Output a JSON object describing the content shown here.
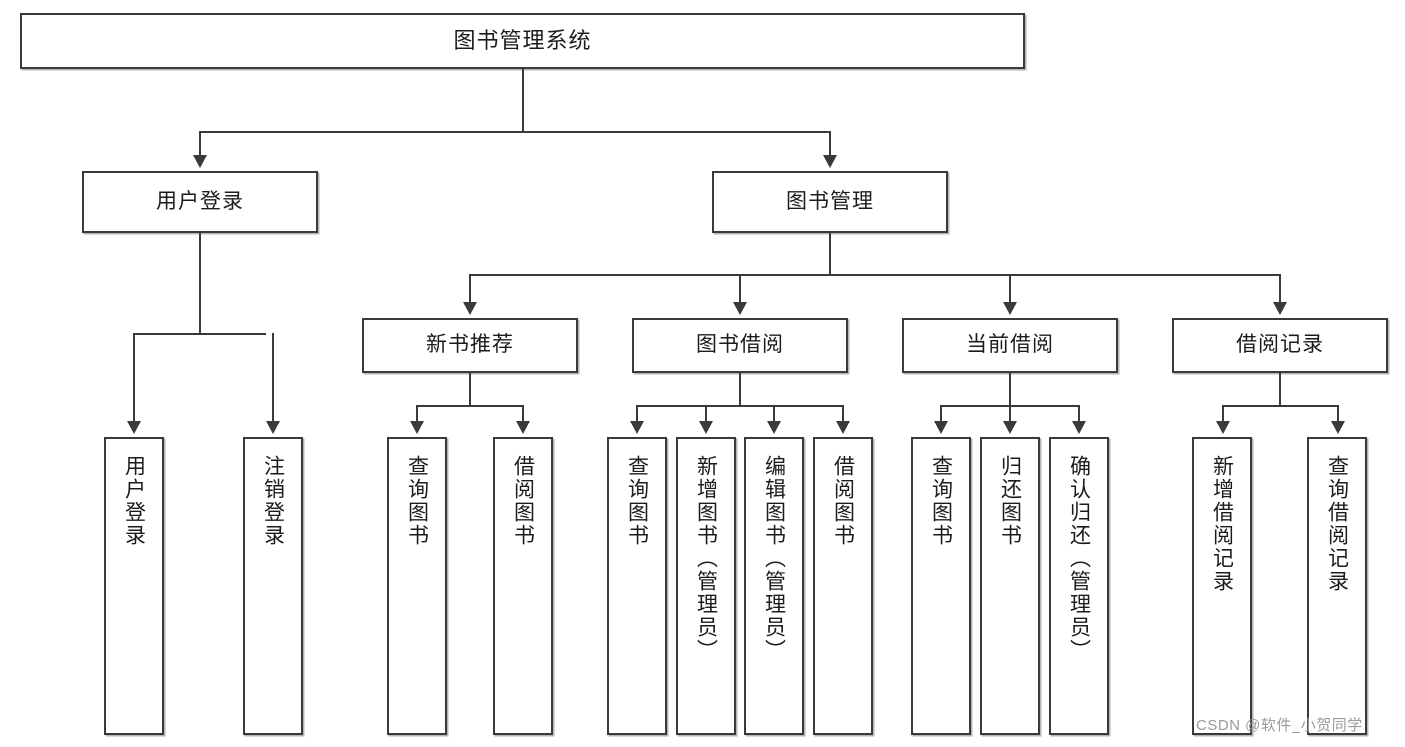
{
  "diagram": {
    "title": "图书管理系统",
    "type": "tree-hierarchy-chart",
    "root": {
      "label": "图书管理系统"
    },
    "level1": [
      {
        "label": "用户登录"
      },
      {
        "label": "图书管理"
      }
    ],
    "level2": [
      {
        "label": "新书推荐"
      },
      {
        "label": "图书借阅"
      },
      {
        "label": "当前借阅"
      },
      {
        "label": "借阅记录"
      }
    ],
    "leaves": {
      "user_login": [
        {
          "label": "用户登录"
        },
        {
          "label": "注销登录"
        }
      ],
      "new_book_recommend": [
        {
          "label": "查询图书"
        },
        {
          "label": "借阅图书"
        }
      ],
      "book_borrow": [
        {
          "label": "查询图书"
        },
        {
          "label": "新增图书（管理员）"
        },
        {
          "label": "编辑图书（管理员）"
        },
        {
          "label": "借阅图书"
        }
      ],
      "current_borrow": [
        {
          "label": "查询图书"
        },
        {
          "label": "归还图书"
        },
        {
          "label": "确认归还（管理员）"
        }
      ],
      "borrow_record": [
        {
          "label": "新增借阅记录"
        },
        {
          "label": "查询借阅记录"
        }
      ]
    }
  },
  "watermark": {
    "text": "CSDN @软件_小贺同学"
  },
  "colors": {
    "stroke": "#3a3a3a",
    "background": "#ffffff",
    "text": "#1c1c1c",
    "watermark": "#9b9b9b"
  }
}
